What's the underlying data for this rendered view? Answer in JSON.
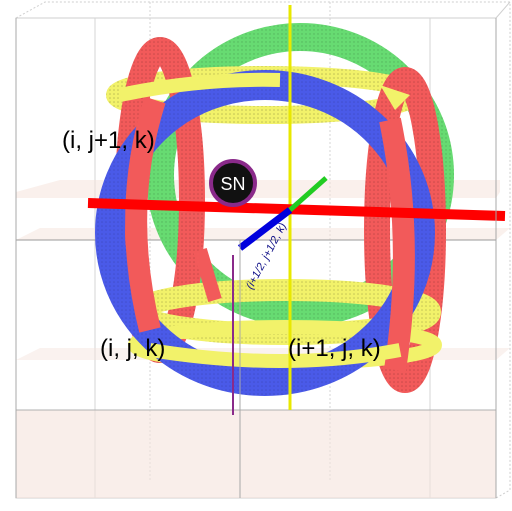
{
  "labels": {
    "top_left": "(i, j+1, k)",
    "bottom_left": "(i, j, k)",
    "bottom_right": "(i+1, j, k)",
    "center": "(i+1/2, j+1/2, k)",
    "badge": "SN"
  },
  "colors": {
    "blue_ring": "#4a5ae8",
    "green_ring": "#5fd96a",
    "red_ring": "#f25a5a",
    "yellow_ring": "#f2f26a",
    "x_axis": "#ff0000",
    "y_axis": "#e8e800",
    "z_axis": "#0000dd",
    "green_axis": "#22cc22",
    "badge_fill": "#111111",
    "badge_ring": "#8a2a8a",
    "cell_plane": "#f5e3dc"
  }
}
